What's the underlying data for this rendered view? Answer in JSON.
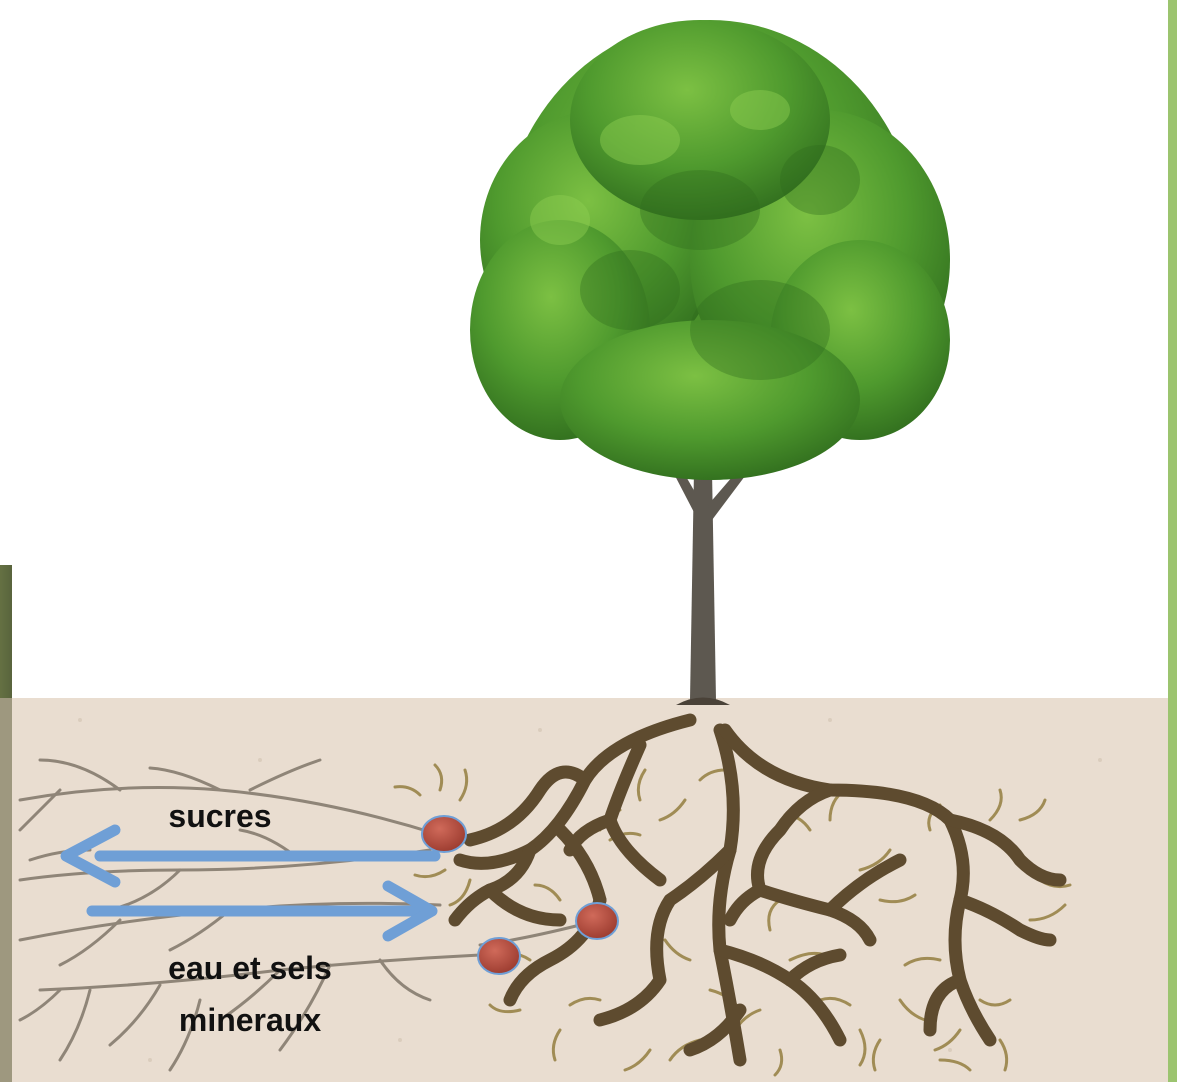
{
  "diagram": {
    "labels": {
      "sucres": "sucres",
      "eau_line1": "eau et sels",
      "eau_line2": "mineraux"
    },
    "colors": {
      "soil": "#e9ddd0",
      "root": "#5e4b2f",
      "root_fine": "#a08c55",
      "fungal_hyphae": "#8f8578",
      "arrow": "#6f9fd6",
      "nodule": "#b54a3c",
      "foliage": "#4f9a2e",
      "trunk": "#5d5850",
      "side_border": "#9cc46f"
    },
    "icons": {
      "tree": "tree-icon",
      "nodule": "mycorrhiza-nodule-icon",
      "arrow_left": "arrow-left-icon",
      "arrow_right": "arrow-right-icon"
    }
  }
}
